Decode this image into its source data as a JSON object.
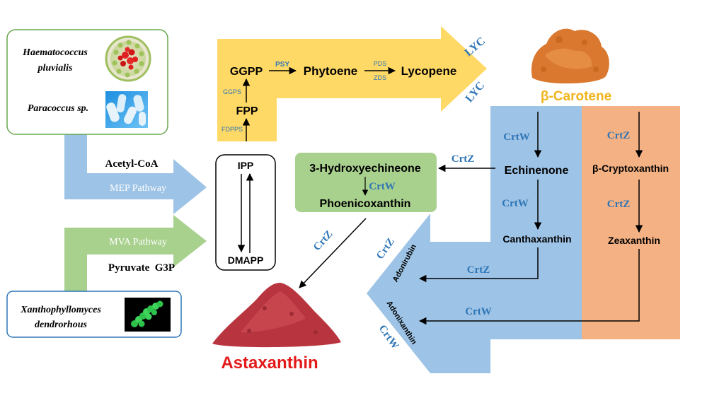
{
  "organisms": {
    "haematococcus_line1": "Haematococcus",
    "haematococcus_line2": "pluvialis",
    "paracoccus": "Paracoccus sp.",
    "xanthophyllomyces_line1": "Xanthophyllomyces",
    "xanthophyllomyces_line2": "dendrorhous"
  },
  "precursors": {
    "acetyl_coa": "Acetyl-CoA",
    "mep_pathway": "MEP Pathway",
    "mva_pathway": "MVA Pathway",
    "pyruvate_g3p": "Pyruvate  G3P",
    "ipp": "IPP",
    "dmapp": "DMAPP"
  },
  "upstream": {
    "fdpps": "FDPPS",
    "fpp": "FPP",
    "ggps": "GGPS",
    "ggpp": "GGPP",
    "psy": "PSY",
    "phytoene": "Phytoene",
    "pds": "PDS",
    "zds": "ZDS",
    "lycopene": "Lycopene",
    "lyc_top": "LYC",
    "lyc_bottom": "LYC"
  },
  "products": {
    "beta_carotene": "β-Carotene",
    "astaxanthin": "Astaxanthin"
  },
  "blue_branch": {
    "crtw_1": "CrtW",
    "echinenone": "Echinenone",
    "crtw_2": "CrtW",
    "canthaxanthin": "Canthaxanthin",
    "crtz_to_adonirubin": "CrtZ",
    "crtw_to_adonixanthin": "CrtW"
  },
  "orange_branch": {
    "crtz_1": "CrtZ",
    "beta_cryptoxanthin": "β-Cryptoxanthin",
    "crtz_2": "CrtZ",
    "zeaxanthin": "Zeaxanthin"
  },
  "green_box": {
    "crtz_arrow": "CrtZ",
    "hydroxyechineone": "3-Hydroxyechineone",
    "crtw": "CrtW",
    "phoenicoxanthin": "Phoenicoxanthin",
    "crtz_to_astaxanthin": "CrtZ"
  },
  "big_arrow": {
    "crtz": "CrtZ",
    "adonirubin": "Adonirubin",
    "adonixanthin": "Adonixanthin",
    "crtw": "CrtW"
  },
  "colors": {
    "yellow": "#FFD966",
    "blue": "#9DC3E6",
    "orange": "#F4B183",
    "green": "#A9D18E",
    "enzyme_blue": "#2E75B6",
    "beta_carotene_gold": "#F0B41C",
    "astaxanthin_red": "#E31A1A",
    "powder_orange": "#D9782E",
    "powder_red": "#B8353F"
  }
}
